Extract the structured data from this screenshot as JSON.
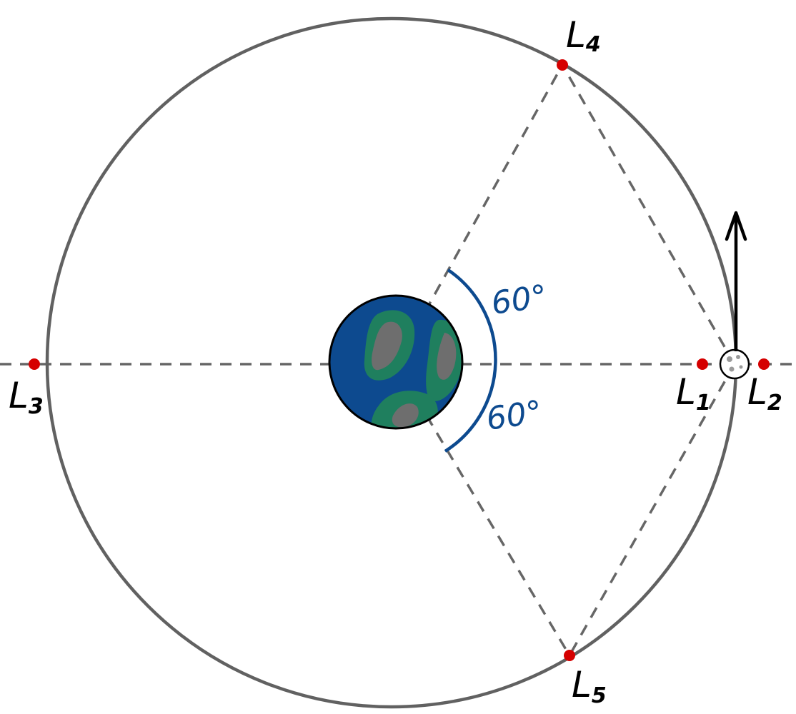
{
  "colors": {
    "orbit": "#616161",
    "guides": "#666666",
    "lagrange_points": "#d50000",
    "angle_arc": "#0d4a8f",
    "earth_ocean": "#0d4a8f",
    "earth_coast": "#1f7f5e",
    "earth_land": "#6e6e6e",
    "moon": "#ffffff",
    "velocity_arrow": "#000000"
  },
  "icons": {
    "earth": "earth-icon",
    "moon": "moon-icon",
    "arrow": "arrow-up-icon"
  },
  "points": [
    {
      "id": "L1",
      "letter": "L",
      "sub": "1"
    },
    {
      "id": "L2",
      "letter": "L",
      "sub": "2"
    },
    {
      "id": "L3",
      "letter": "L",
      "sub": "3"
    },
    {
      "id": "L4",
      "letter": "L",
      "sub": "4"
    },
    {
      "id": "L5",
      "letter": "L",
      "sub": "5"
    }
  ],
  "angles": {
    "upper": "60°",
    "lower": "60°"
  }
}
